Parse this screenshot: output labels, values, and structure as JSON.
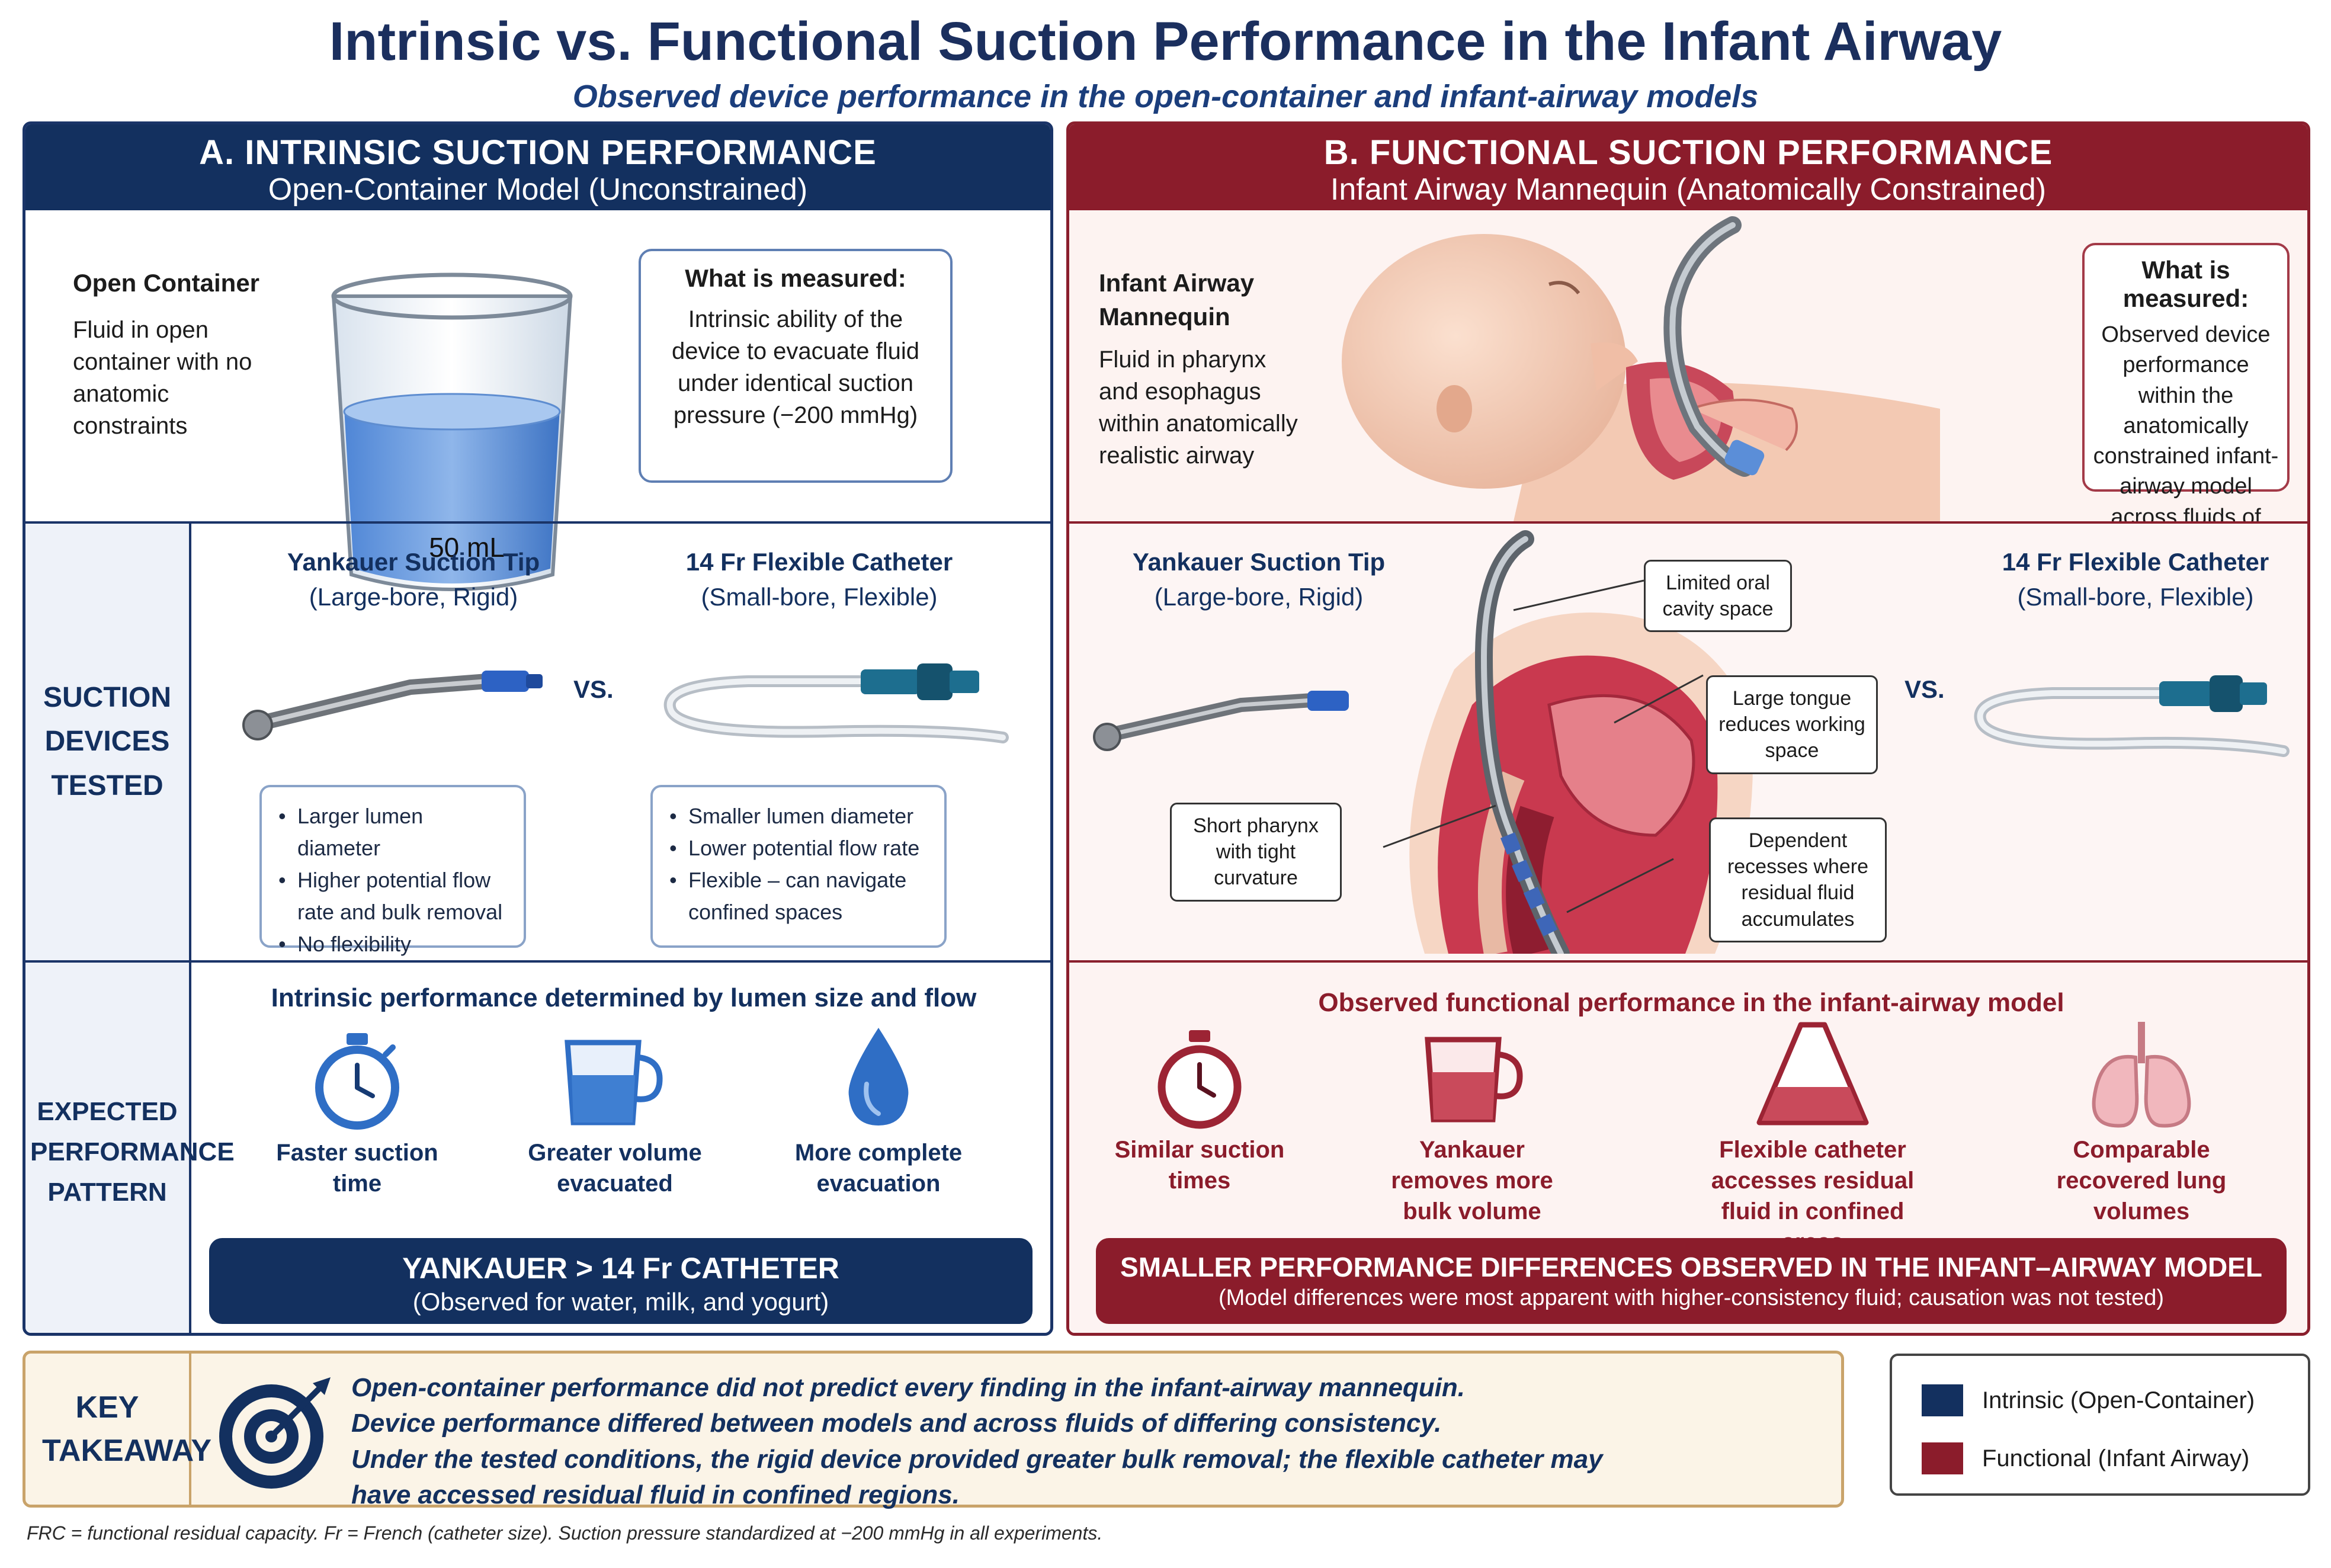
{
  "title": "Intrinsic vs. Functional Suction Performance in the Infant Airway",
  "subtitle": "Observed device performance in the open-container and infant-airway models",
  "colors": {
    "intrinsic": "#13305f",
    "functional": "#8b1c2b",
    "key_border": "#c9a36a"
  },
  "panel_a": {
    "heading": "A. INTRINSIC SUCTION PERFORMANCE",
    "subheading": "Open-Container Model (Unconstrained)",
    "model_title": "Open Container",
    "model_desc": "Fluid in open container with no anatomic constraints",
    "beaker_label": "50 mL",
    "measured_title": "What is measured:",
    "measured_body": "Intrinsic ability of the device to evacuate fluid under identical suction pressure (−200 mmHg)",
    "devices_label": "SUCTION DEVICES TESTED",
    "yankauer_title": "Yankauer Suction Tip",
    "yankauer_sub": "(Large-bore, Rigid)",
    "catheter_title": "14 Fr Flexible Catheter",
    "catheter_sub": "(Small-bore, Flexible)",
    "vs": "VS.",
    "yankauer_bullets": [
      "Larger lumen diameter",
      "Higher potential flow rate and bulk removal",
      "No flexibility"
    ],
    "catheter_bullets": [
      "Smaller lumen diameter",
      "Lower potential flow rate",
      "Flexible – can navigate confined spaces"
    ],
    "pattern_label": "EXPECTED PERFORMANCE PATTERN",
    "pattern_head": "Intrinsic performance determined by lumen size and flow",
    "icons": [
      {
        "icon": "stopwatch-icon",
        "label": "Faster suction time"
      },
      {
        "icon": "measuring-jug-icon",
        "label": "Greater volume evacuated"
      },
      {
        "icon": "droplet-icon",
        "label": "More complete evacuation"
      }
    ],
    "banner_main": "YANKAUER > 14 Fr CATHETER",
    "banner_sub": "(Observed for water, milk, and yogurt)"
  },
  "panel_b": {
    "heading": "B. FUNCTIONAL SUCTION PERFORMANCE",
    "subheading": "Infant Airway Mannequin (Anatomically Constrained)",
    "model_title": "Infant Airway Mannequin",
    "model_desc": "Fluid in pharynx and esophagus within anatomically realistic airway",
    "measured_title": "What is measured:",
    "measured_body": "Observed device performance within the anatomically constrained infant-airway model across fluids of differing consistency",
    "yankauer_title": "Yankauer Suction Tip",
    "yankauer_sub": "(Large-bore, Rigid)",
    "catheter_title": "14 Fr Flexible Catheter",
    "catheter_sub": "(Small-bore, Flexible)",
    "vs": "VS.",
    "callouts": {
      "oral": "Limited oral cavity space",
      "tongue": "Large tongue reduces working space",
      "pharynx": "Short pharynx with tight curvature",
      "recess": "Dependent recesses where residual fluid accumulates"
    },
    "perf_head": "Observed functional performance in the infant-airway model",
    "icons": [
      {
        "icon": "stopwatch-icon",
        "label": "Similar suction times"
      },
      {
        "icon": "measuring-jug-icon",
        "label": "Yankauer removes more bulk volume"
      },
      {
        "icon": "flask-icon",
        "label": "Flexible catheter accesses residual fluid in confined areas"
      },
      {
        "icon": "lungs-icon",
        "label": "Comparable recovered lung volumes"
      }
    ],
    "banner_main": "SMALLER PERFORMANCE DIFFERENCES OBSERVED IN THE INFANT–AIRWAY MODEL",
    "banner_sub": "(Model differences were most apparent with higher-consistency fluid; causation was not tested)"
  },
  "key": {
    "label": "KEY TAKEAWAY",
    "lines": [
      "Open-container performance did not predict every finding in the infant-airway mannequin.",
      "Device performance differed between models and across fluids of differing consistency.",
      "Under the tested conditions, the rigid device provided greater bulk removal; the flexible catheter may",
      "have accessed residual fluid in confined regions."
    ]
  },
  "legend": {
    "intrinsic": "Intrinsic (Open-Container)",
    "functional": "Functional (Infant Airway)"
  },
  "footnote": "FRC = functional residual capacity.  Fr = French (catheter size).  Suction pressure standardized at −200 mmHg in all experiments."
}
